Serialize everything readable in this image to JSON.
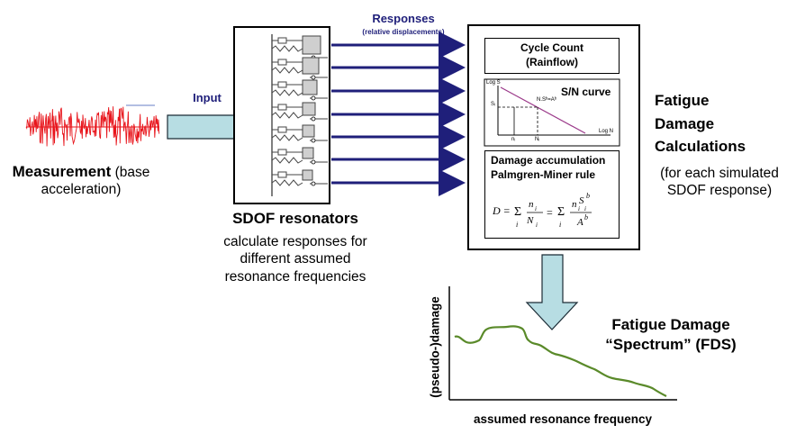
{
  "input": {
    "arrow_label": "Input",
    "measurement_title": "Measurement",
    "measurement_note": "(base",
    "measurement_note2": "acceleration)"
  },
  "sdof": {
    "title": "SDOF resonators",
    "desc_line1": "calculate responses for",
    "desc_line2": "different assumed",
    "desc_line3": "resonance frequencies"
  },
  "responses": {
    "title": "Responses",
    "subtitle": "(relative displacements)"
  },
  "fatigue_box": {
    "cycle_count_line1": "Cycle Count",
    "cycle_count_line2": "(Rainflow)",
    "sn_title": "S/N curve",
    "sn_axis_y": "Log S",
    "sn_axis_x": "Log N",
    "sn_formula": "N.Sᵇ=Aᵇ",
    "sn_si": "Sᵢ",
    "sn_ni": "nᵢ",
    "sn_Ni": "Nᵢ",
    "damage_line1": "Damage accumulation",
    "damage_line2": "Palmgren-Miner rule"
  },
  "fatigue_label": {
    "line1": "Fatigue",
    "line2": "Damage",
    "line3": "Calculations",
    "note1": "(for each simulated",
    "note2": "SDOF response)"
  },
  "fds": {
    "title_line1": "Fatigue Damage",
    "title_line2": "“Spectrum” (FDS)",
    "y_label": "(pseudo-)damage",
    "x_label": "assumed resonance frequency"
  },
  "colors": {
    "signal": "#e8141b",
    "arrow_dark": "#1f1f7a",
    "arrow_light": "#b7dde3",
    "curve": "#5a8a2a",
    "sn_line": "#9b3a8a"
  }
}
